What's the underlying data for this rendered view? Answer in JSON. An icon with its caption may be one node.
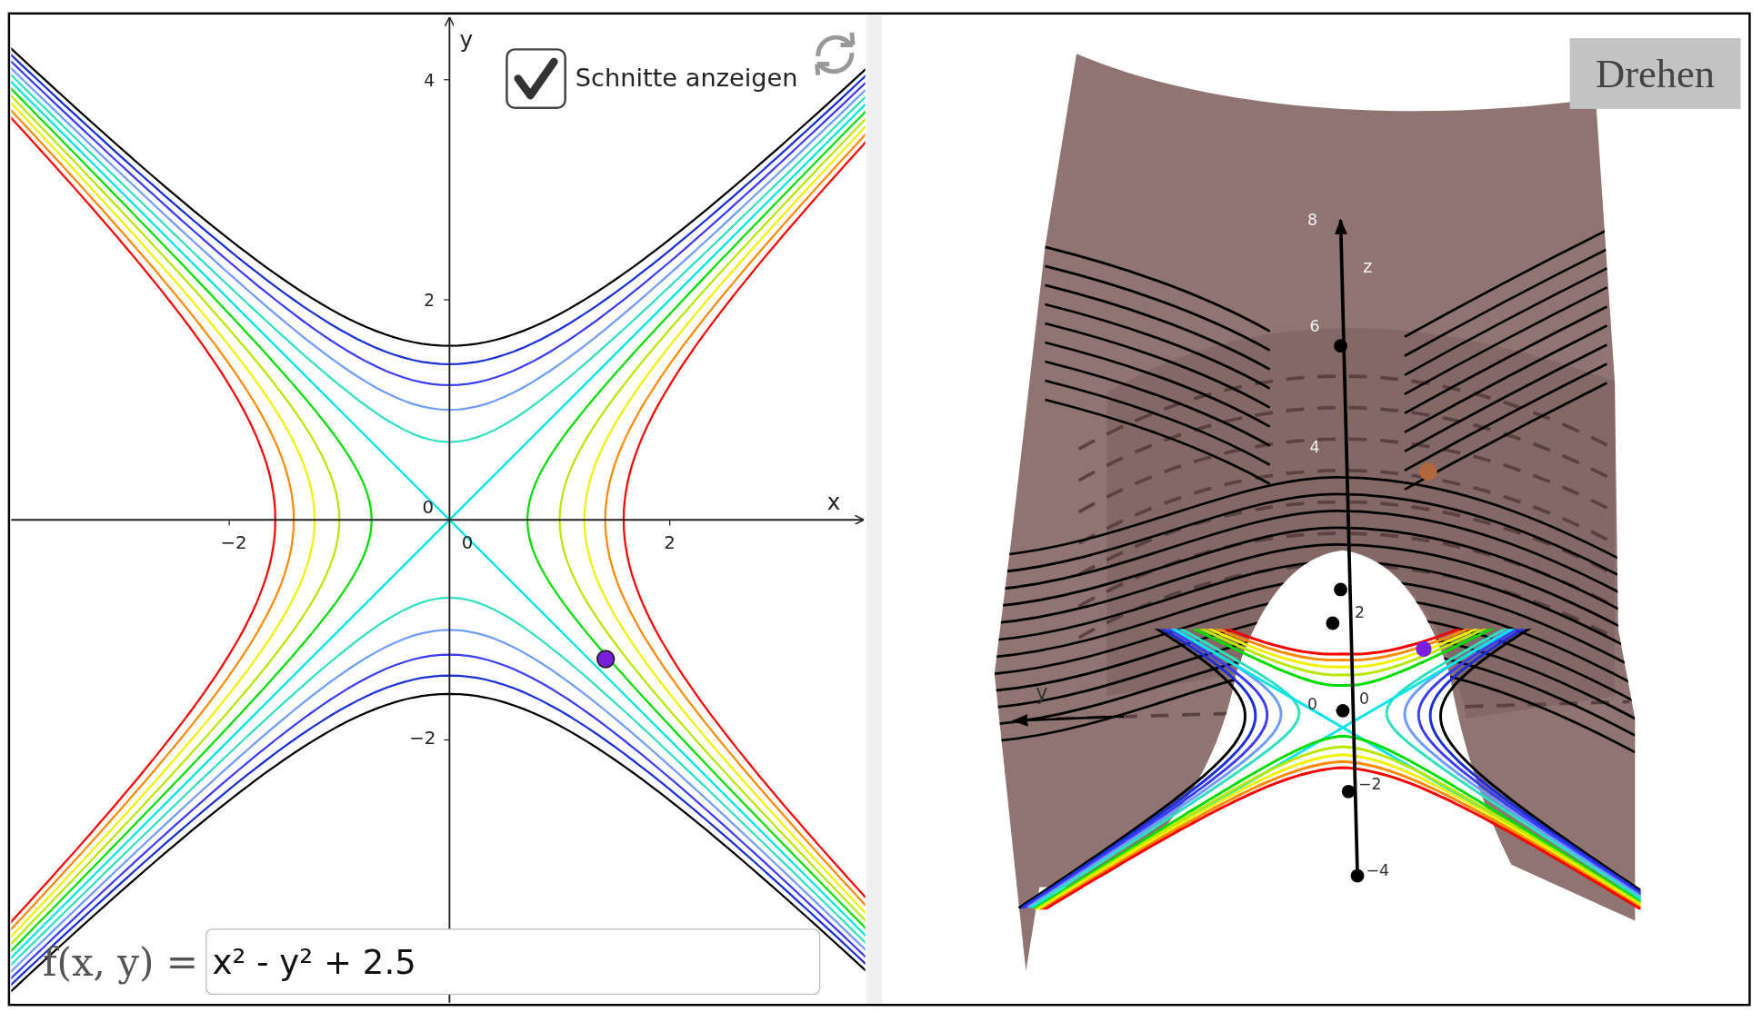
{
  "diagram": {
    "labels": [
      "y",
      "Schnitte anzeigen",
      "4",
      "Drehen",
      "8",
      "z",
      "2",
      "6",
      "4",
      "0",
      "x",
      "−2",
      "0",
      "2",
      "2",
      "y",
      "0",
      "0",
      "−2",
      "−2",
      "−4",
      "f(x, y) =",
      "x² - y² + 2.5"
    ]
  }
}
